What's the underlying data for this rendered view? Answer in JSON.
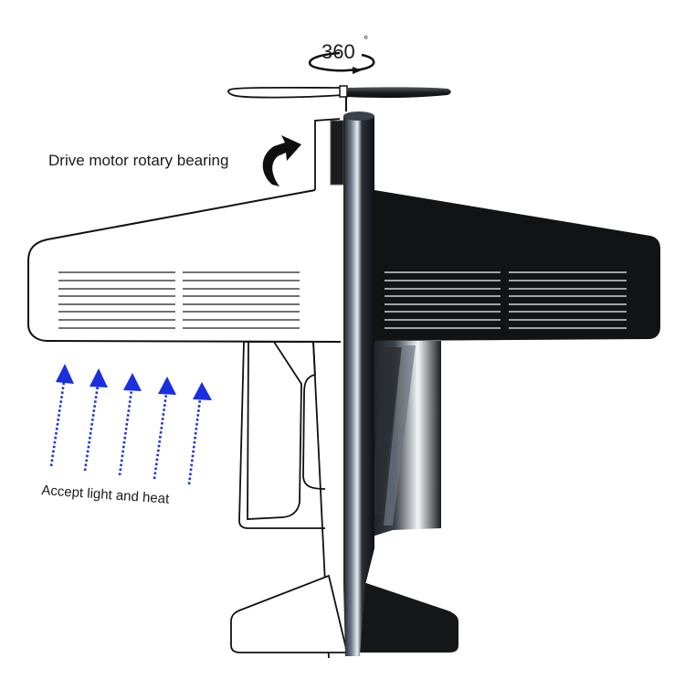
{
  "diagram": {
    "rotation_label": {
      "value": "360",
      "unit": "°"
    },
    "annotations": {
      "drive_motor": "Drive motor rotary bearing",
      "accept_light": "Accept light and heat"
    },
    "components": {
      "propeller": "propeller",
      "mast": "rotary-mast",
      "left_wing": "white-wing-solar-panel",
      "right_wing": "black-wing-solar-panel",
      "tail": "tail-fin"
    },
    "arrow_count": 5,
    "panel_line_count_per_group": 8,
    "colors": {
      "arrow_blue": "#1a2fe0",
      "wing_black": "#121314",
      "outline": "#111111",
      "panel_line_light": "#cfd3d6"
    }
  }
}
